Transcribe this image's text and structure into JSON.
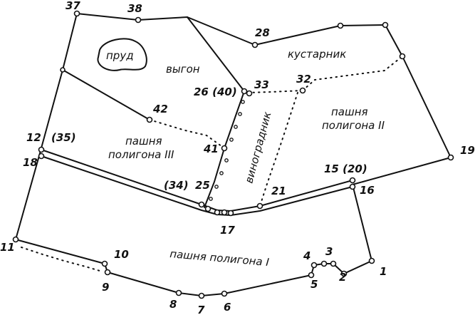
{
  "diagram": {
    "parcels": {
      "polygon_1": "пашня   полигона I",
      "polygon_2_line1": "пашня",
      "polygon_2_line2": "полигона II",
      "polygon_3_line1": "пашня",
      "polygon_3_line2": "полигона III",
      "vineyard": "виноградник",
      "shrubs": "кустарник",
      "pasture": "выгон",
      "pond": "пруд"
    },
    "points": {
      "p1": "1",
      "p2": "2",
      "p3": "3",
      "p4": "4",
      "p5": "5",
      "p6": "6",
      "p7": "7",
      "p8": "8",
      "p9": "9",
      "p10": "10",
      "p11": "11",
      "p12": "12",
      "p12b": "(35)",
      "p15": "15 (20)",
      "p16": "16",
      "p17": "17",
      "p18": "18",
      "p19": "19",
      "p21": "21",
      "p25": "25",
      "p26": "26 (40)",
      "p28": "28",
      "p32": "32",
      "p33": "33",
      "p34": "(34)",
      "p37": "37",
      "p38": "38",
      "p41": "41",
      "p42": "42"
    }
  }
}
